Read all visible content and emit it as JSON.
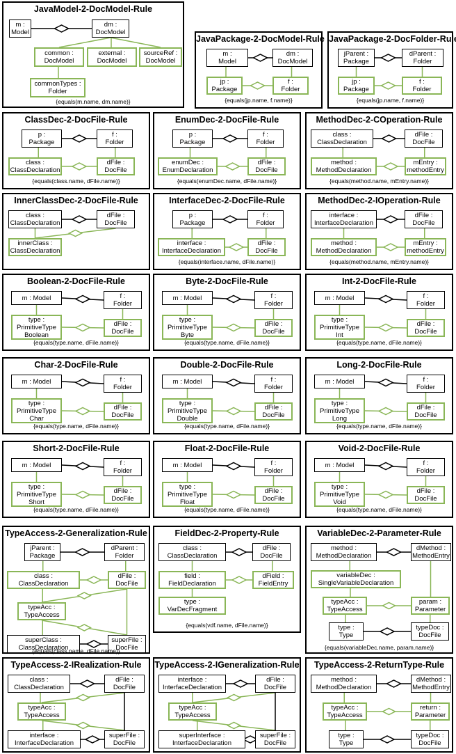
{
  "colors": {
    "black": "#000000",
    "green": "#8ab657"
  },
  "rules": [
    {
      "title": "JavaModel-2-DocModel-Rule",
      "nodes": [
        {
          "lines": [
            "m :",
            "Model"
          ],
          "green": false
        },
        {
          "lines": [
            "dm :",
            "DocModel"
          ],
          "green": false
        },
        {
          "lines": [
            "common :",
            "DocModel"
          ],
          "green": true
        },
        {
          "lines": [
            "external :",
            "DocModel"
          ],
          "green": true
        },
        {
          "lines": [
            "sourceRef :",
            "DocModel"
          ],
          "green": true
        },
        {
          "lines": [
            "commonTypes :",
            "Folder"
          ],
          "green": true
        }
      ],
      "constraint": "{equals(m.name, dm.name)}"
    },
    {
      "title": "JavaPackage-2-DocModel-Rule",
      "nodes": [
        {
          "lines": [
            "m :",
            "Model"
          ],
          "green": false
        },
        {
          "lines": [
            "dm :",
            "DocModel"
          ],
          "green": false
        },
        {
          "lines": [
            "jp :",
            "Package"
          ],
          "green": true
        },
        {
          "lines": [
            "f :",
            "Folder"
          ],
          "green": true
        }
      ],
      "constraint": "{equals(jp.name, f.name)}"
    },
    {
      "title": "JavaPackage-2-DocFolder-Rule",
      "nodes": [
        {
          "lines": [
            "jParent :",
            "Package"
          ],
          "green": false
        },
        {
          "lines": [
            "dParent :",
            "Folder"
          ],
          "green": false
        },
        {
          "lines": [
            "jp :",
            "Package"
          ],
          "green": true
        },
        {
          "lines": [
            "f :",
            "Folder"
          ],
          "green": true
        }
      ],
      "constraint": "{equals(jp.name, f.name)}"
    },
    {
      "title": "ClassDec-2-DocFile-Rule",
      "nodes": [
        {
          "lines": [
            "p :",
            "Package"
          ],
          "green": false
        },
        {
          "lines": [
            "f :",
            "Folder"
          ],
          "green": false
        },
        {
          "lines": [
            "class :",
            "ClassDeclaration"
          ],
          "green": true
        },
        {
          "lines": [
            "dFile :",
            "DocFile"
          ],
          "green": true
        }
      ],
      "constraint": "{equals(class.name, dFile.name)}"
    },
    {
      "title": "EnumDec-2-DocFile-Rule",
      "nodes": [
        {
          "lines": [
            "p :",
            "Package"
          ],
          "green": false
        },
        {
          "lines": [
            "f :",
            "Folder"
          ],
          "green": false
        },
        {
          "lines": [
            "enumDec :",
            "EnumDeclaration"
          ],
          "green": true
        },
        {
          "lines": [
            "dFile :",
            "DocFile"
          ],
          "green": true
        }
      ],
      "constraint": "{equals(enumDec.name, dFile.name)}"
    },
    {
      "title": "MethodDec-2-COperation-Rule",
      "nodes": [
        {
          "lines": [
            "class :",
            "ClassDeclaration"
          ],
          "green": false
        },
        {
          "lines": [
            "dFile :",
            "DocFile"
          ],
          "green": false
        },
        {
          "lines": [
            "method :",
            "MethodDeclaration"
          ],
          "green": true
        },
        {
          "lines": [
            "mEntry :",
            "methodEntry"
          ],
          "green": true
        }
      ],
      "constraint": "{equals(method.name, mEntry.name)}"
    },
    {
      "title": "InnerClassDec-2-DocFile-Rule",
      "nodes": [
        {
          "lines": [
            "class :",
            "ClassDeclaration"
          ],
          "green": false
        },
        {
          "lines": [
            "dFile :",
            "DocFile"
          ],
          "green": false
        },
        {
          "lines": [
            "innerClass :",
            "ClassDeclaration"
          ],
          "green": true
        }
      ],
      "constraint": ""
    },
    {
      "title": "InterfaceDec-2-DocFile-Rule",
      "nodes": [
        {
          "lines": [
            "p :",
            "Package"
          ],
          "green": false
        },
        {
          "lines": [
            "f :",
            "Folder"
          ],
          "green": false
        },
        {
          "lines": [
            "interface :",
            "InterfaceDeclaration"
          ],
          "green": true
        },
        {
          "lines": [
            "dFile :",
            "DocFile"
          ],
          "green": true
        }
      ],
      "constraint": "{equals(interface.name, dFile.name)}"
    },
    {
      "title": "MethodDec-2-IOperation-Rule",
      "nodes": [
        {
          "lines": [
            "interface :",
            "InterfaceDeclaration"
          ],
          "green": false
        },
        {
          "lines": [
            "dFile :",
            "DocFile"
          ],
          "green": false
        },
        {
          "lines": [
            "method :",
            "MethodDeclaration"
          ],
          "green": true
        },
        {
          "lines": [
            "mEntry :",
            "methodEntry"
          ],
          "green": true
        }
      ],
      "constraint": "{equals(method.name, mEntry.name)}"
    },
    {
      "title": "Boolean-2-DocFile-Rule",
      "nodes": [
        {
          "lines": [
            "m : Model"
          ],
          "green": false
        },
        {
          "lines": [
            "f :",
            "Folder"
          ],
          "green": false
        },
        {
          "lines": [
            "type :",
            "PrimitiveType",
            "Boolean"
          ],
          "green": true
        },
        {
          "lines": [
            "dFile :",
            "DocFile"
          ],
          "green": true
        }
      ],
      "constraint": "{equals(type.name, dFile.name)}"
    },
    {
      "title": "Byte-2-DocFile-Rule",
      "nodes": [
        {
          "lines": [
            "m : Model"
          ],
          "green": false
        },
        {
          "lines": [
            "f :",
            "Folder"
          ],
          "green": false
        },
        {
          "lines": [
            "type :",
            "PrimitiveType",
            "Byte"
          ],
          "green": true
        },
        {
          "lines": [
            "dFile :",
            "DocFile"
          ],
          "green": true
        }
      ],
      "constraint": "{equals(type.name, dFile.name)}"
    },
    {
      "title": "Int-2-DocFile-Rule",
      "nodes": [
        {
          "lines": [
            "m : Model"
          ],
          "green": false
        },
        {
          "lines": [
            "f :",
            "Folder"
          ],
          "green": false
        },
        {
          "lines": [
            "type :",
            "PrimitiveType",
            "Int"
          ],
          "green": true
        },
        {
          "lines": [
            "dFile :",
            "DocFile"
          ],
          "green": true
        }
      ],
      "constraint": "{equals(type.name, dFile.name)}"
    },
    {
      "title": "Char-2-DocFile-Rule",
      "nodes": [
        {
          "lines": [
            "m : Model"
          ],
          "green": false
        },
        {
          "lines": [
            "f :",
            "Folder"
          ],
          "green": false
        },
        {
          "lines": [
            "type :",
            "PrimitiveType",
            "Char"
          ],
          "green": true
        },
        {
          "lines": [
            "dFile :",
            "DocFile"
          ],
          "green": true
        }
      ],
      "constraint": "{equals(type.name, dFile.name)}"
    },
    {
      "title": "Double-2-DocFile-Rule",
      "nodes": [
        {
          "lines": [
            "m : Model"
          ],
          "green": false
        },
        {
          "lines": [
            "f :",
            "Folder"
          ],
          "green": false
        },
        {
          "lines": [
            "type :",
            "PrimitiveType",
            "Double"
          ],
          "green": true
        },
        {
          "lines": [
            "dFile :",
            "DocFile"
          ],
          "green": true
        }
      ],
      "constraint": "{equals(type.name, dFile.name)}"
    },
    {
      "title": "Long-2-DocFile-Rule",
      "nodes": [
        {
          "lines": [
            "m : Model"
          ],
          "green": false
        },
        {
          "lines": [
            "f :",
            "Folder"
          ],
          "green": false
        },
        {
          "lines": [
            "type :",
            "PrimitiveType",
            "Long"
          ],
          "green": true
        },
        {
          "lines": [
            "dFile :",
            "DocFile"
          ],
          "green": true
        }
      ],
      "constraint": "{equals(type.name, dFile.name)}"
    },
    {
      "title": "Short-2-DocFile-Rule",
      "nodes": [
        {
          "lines": [
            "m : Model"
          ],
          "green": false
        },
        {
          "lines": [
            "f :",
            "Folder"
          ],
          "green": false
        },
        {
          "lines": [
            "type :",
            "PrimitiveType",
            "Short"
          ],
          "green": true
        },
        {
          "lines": [
            "dFile :",
            "DocFile"
          ],
          "green": true
        }
      ],
      "constraint": "{equals(type.name, dFile.name)}"
    },
    {
      "title": "Float-2-DocFile-Rule",
      "nodes": [
        {
          "lines": [
            "m : Model"
          ],
          "green": false
        },
        {
          "lines": [
            "f :",
            "Folder"
          ],
          "green": false
        },
        {
          "lines": [
            "type :",
            "PrimitiveType",
            "Float"
          ],
          "green": true
        },
        {
          "lines": [
            "dFile :",
            "DocFile"
          ],
          "green": true
        }
      ],
      "constraint": "{equals(type.name, dFile.name)}"
    },
    {
      "title": "Void-2-DocFile-Rule",
      "nodes": [
        {
          "lines": [
            "m : Model"
          ],
          "green": false
        },
        {
          "lines": [
            "f :",
            "Folder"
          ],
          "green": false
        },
        {
          "lines": [
            "type :",
            "PrimitiveType",
            "Void"
          ],
          "green": true
        },
        {
          "lines": [
            "dFile :",
            "DocFile"
          ],
          "green": true
        }
      ],
      "constraint": "{equals(type.name, dFile.name)}"
    },
    {
      "title": "TypeAccess-2-Generalization-Rule",
      "nodes": [
        {
          "lines": [
            "jParent :",
            "Package"
          ],
          "green": false
        },
        {
          "lines": [
            "dParent :",
            "Folder"
          ],
          "green": false
        },
        {
          "lines": [
            "class :",
            "ClassDeclaration"
          ],
          "green": true
        },
        {
          "lines": [
            "dFile :",
            "DocFile"
          ],
          "green": true
        },
        {
          "lines": [
            "typeAcc :",
            "TypeAccess"
          ],
          "green": true
        },
        {
          "lines": [
            "superClass :",
            "ClassDeclaration"
          ],
          "green": false
        },
        {
          "lines": [
            "superFile :",
            "DocFile"
          ],
          "green": false
        }
      ],
      "constraint": "{equals(class.name, dFile.name)}"
    },
    {
      "title": "FieldDec-2-Property-Rule",
      "nodes": [
        {
          "lines": [
            "class :",
            "ClassDeclaration"
          ],
          "green": false
        },
        {
          "lines": [
            "dFile :",
            "DocFile"
          ],
          "green": false
        },
        {
          "lines": [
            "field :",
            "FieldDeclaration"
          ],
          "green": true
        },
        {
          "lines": [
            "dField :",
            "FieldEntry"
          ],
          "green": true
        },
        {
          "lines": [
            "type :",
            "VarDecFragment"
          ],
          "green": true
        }
      ],
      "constraint": "{equals(vdf.name, dFile.name)}"
    },
    {
      "title": "VariableDec-2-Parameter-Rule",
      "nodes": [
        {
          "lines": [
            "method :",
            "MethodDeclaration"
          ],
          "green": false
        },
        {
          "lines": [
            "dMethod :",
            "MethodEntry"
          ],
          "green": false
        },
        {
          "lines": [
            "variableDec :",
            "SingleVariableDeclaration"
          ],
          "green": true
        },
        {
          "lines": [
            "typeAcc :",
            "TypeAccess"
          ],
          "green": true
        },
        {
          "lines": [
            "param :",
            "Parameter"
          ],
          "green": true
        },
        {
          "lines": [
            "type :",
            "Type"
          ],
          "green": false
        },
        {
          "lines": [
            "typeDoc :",
            "DocFile"
          ],
          "green": false
        }
      ],
      "constraint": "{equals(variableDec.name, param.name)}"
    },
    {
      "title": "TypeAccess-2-IRealization-Rule",
      "nodes": [
        {
          "lines": [
            "class :",
            "ClassDeclaration"
          ],
          "green": false
        },
        {
          "lines": [
            "dFile :",
            "DocFile"
          ],
          "green": false
        },
        {
          "lines": [
            "typeAcc :",
            "TypeAccess"
          ],
          "green": true
        },
        {
          "lines": [
            "interface :",
            "InterfaceDeclaration"
          ],
          "green": false
        },
        {
          "lines": [
            "superFile :",
            "DocFile"
          ],
          "green": false
        }
      ],
      "constraint": ""
    },
    {
      "title": "TypeAccess-2-IGeneralization-Rule",
      "nodes": [
        {
          "lines": [
            "interface :",
            "InterfaceDeclaration"
          ],
          "green": false
        },
        {
          "lines": [
            "dFile :",
            "DocFile"
          ],
          "green": false
        },
        {
          "lines": [
            "typeAcc :",
            "TypeAccess"
          ],
          "green": true
        },
        {
          "lines": [
            "superInterface :",
            "InterfaceDeclaration"
          ],
          "green": false
        },
        {
          "lines": [
            "superFile :",
            "DocFile"
          ],
          "green": false
        }
      ],
      "constraint": ""
    },
    {
      "title": "TypeAccess-2-ReturnType-Rule",
      "nodes": [
        {
          "lines": [
            "method :",
            "MethodDeclaration"
          ],
          "green": false
        },
        {
          "lines": [
            "dMethod :",
            "MethodEntry"
          ],
          "green": false
        },
        {
          "lines": [
            "typeAcc :",
            "TypeAccess"
          ],
          "green": true
        },
        {
          "lines": [
            "return :",
            "Parameter"
          ],
          "green": true
        },
        {
          "lines": [
            "type :",
            "Type"
          ],
          "green": false
        },
        {
          "lines": [
            "typeDoc :",
            "DocFile"
          ],
          "green": false
        }
      ],
      "constraint": ""
    }
  ]
}
